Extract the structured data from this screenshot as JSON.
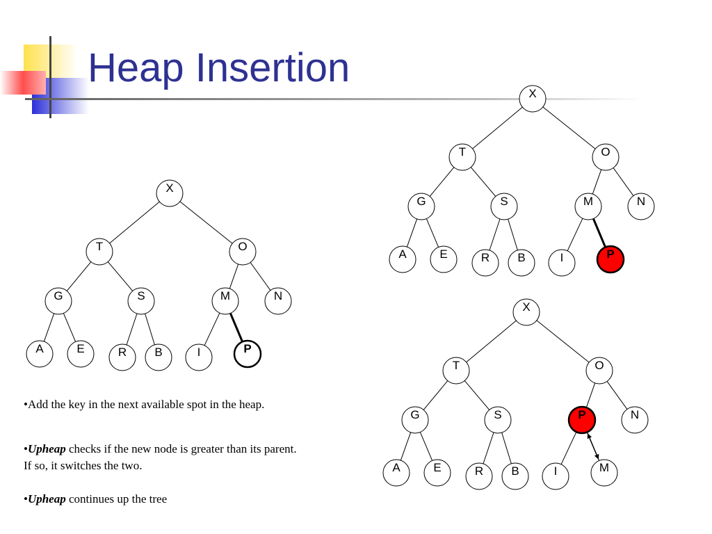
{
  "slide": {
    "title": "Heap Insertion",
    "bullets": [
      {
        "bullet": "•",
        "keyword": "",
        "text": "Add the key in the next available spot in the heap."
      },
      {
        "bullet": "•",
        "keyword": "Upheap",
        "text": " checks if the new node is greater than its parent.",
        "line2": "If so, it switches the two."
      },
      {
        "bullet": "•",
        "keyword": "Upheap",
        "text": " continues up the tree"
      }
    ]
  },
  "colors": {
    "title": "#2e3192",
    "highlight_node": "#ff0000",
    "deco_yellow": "#ffe14d",
    "deco_blue": "#2b2fd8",
    "deco_red": "#ff4d4d"
  },
  "trees": [
    {
      "id": "step-1",
      "nodes": {
        "root": "X",
        "l": "T",
        "r": "O",
        "ll": "G",
        "lr": "S",
        "rl": "M",
        "rr": "N",
        "lll": "A",
        "llr": "E",
        "lrl": "R",
        "lrr": "B",
        "rll": "I",
        "rlr": "P"
      },
      "highlight": "rlr",
      "highlight_style": "outline"
    },
    {
      "id": "step-2",
      "nodes": {
        "root": "X",
        "l": "T",
        "r": "O",
        "ll": "G",
        "lr": "S",
        "rl": "M",
        "rr": "N",
        "lll": "A",
        "llr": "E",
        "lrl": "R",
        "lrr": "B",
        "rll": "I",
        "rlr": "P"
      },
      "highlight": "rlr",
      "highlight_style": "red"
    },
    {
      "id": "step-3",
      "nodes": {
        "root": "X",
        "l": "T",
        "r": "O",
        "ll": "G",
        "lr": "S",
        "rl": "P",
        "rr": "N",
        "lll": "A",
        "llr": "E",
        "lrl": "R",
        "lrr": "B",
        "rll": "I",
        "rlr": "M"
      },
      "highlight": "rl",
      "highlight_style": "red",
      "swap_arrow": true
    }
  ]
}
